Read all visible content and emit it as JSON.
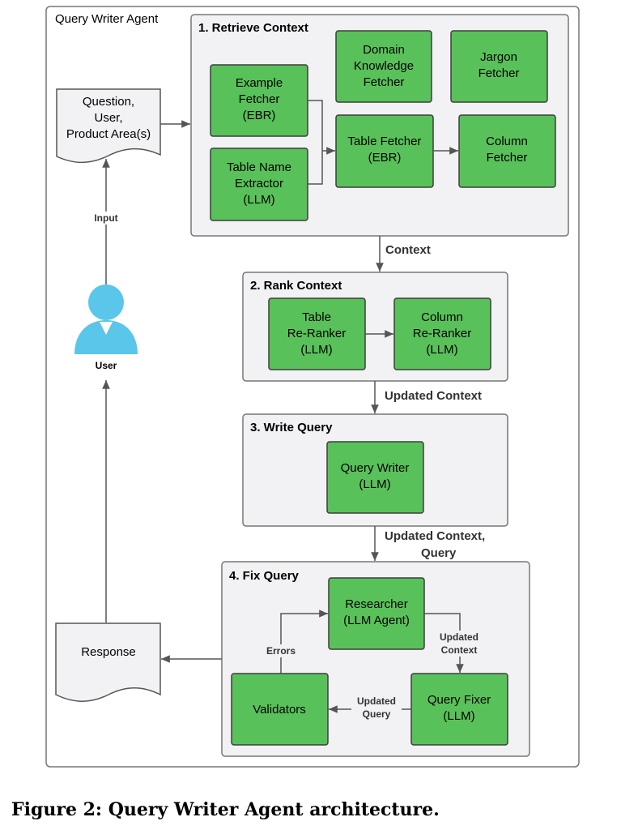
{
  "outer_title": "Query Writer Agent",
  "sections": {
    "retrieve": "1. Retrieve Context",
    "rank": "2. Rank Context",
    "write": "3. Write Query",
    "fix": "4. Fix Query"
  },
  "nodes": {
    "example_fetcher": [
      "Example",
      "Fetcher",
      "(EBR)"
    ],
    "table_name_extractor": [
      "Table Name",
      "Extractor",
      "(LLM)"
    ],
    "domain_knowledge_fetcher": [
      "Domain",
      "Knowledge",
      "Fetcher"
    ],
    "jargon_fetcher": [
      "Jargon",
      "Fetcher"
    ],
    "table_fetcher": [
      "Table Fetcher",
      "(EBR)"
    ],
    "column_fetcher": [
      "Column",
      "Fetcher"
    ],
    "table_reranker": [
      "Table",
      "Re-Ranker",
      "(LLM)"
    ],
    "column_reranker": [
      "Column",
      "Re-Ranker",
      "(LLM)"
    ],
    "query_writer": [
      "Query Writer",
      "(LLM)"
    ],
    "researcher": [
      "Researcher",
      "(LLM Agent)"
    ],
    "query_fixer": [
      "Query Fixer",
      "(LLM)"
    ],
    "validators": [
      "Validators"
    ]
  },
  "documents": {
    "input_doc": [
      "Question,",
      "User,",
      "Product Area(s)"
    ],
    "response_doc": [
      "Response"
    ]
  },
  "user_label": "User",
  "edge_labels": {
    "input": "Input",
    "context": "Context",
    "updated_context": "Updated Context",
    "updated_context_query_1": "Updated Context,",
    "updated_context_query_2": "Query",
    "fix_updated_context_1": "Updated",
    "fix_updated_context_2": "Context",
    "updated_query_1": "Updated",
    "updated_query_2": "Query",
    "errors": "Errors"
  },
  "caption": "Figure 2: Query Writer Agent architecture.",
  "colors": {
    "node_fill": "#59c159",
    "node_border": "#3d3d3d",
    "section_fill": "#f2f2f4",
    "user_icon": "#59c6ea",
    "arrow": "#555555"
  }
}
